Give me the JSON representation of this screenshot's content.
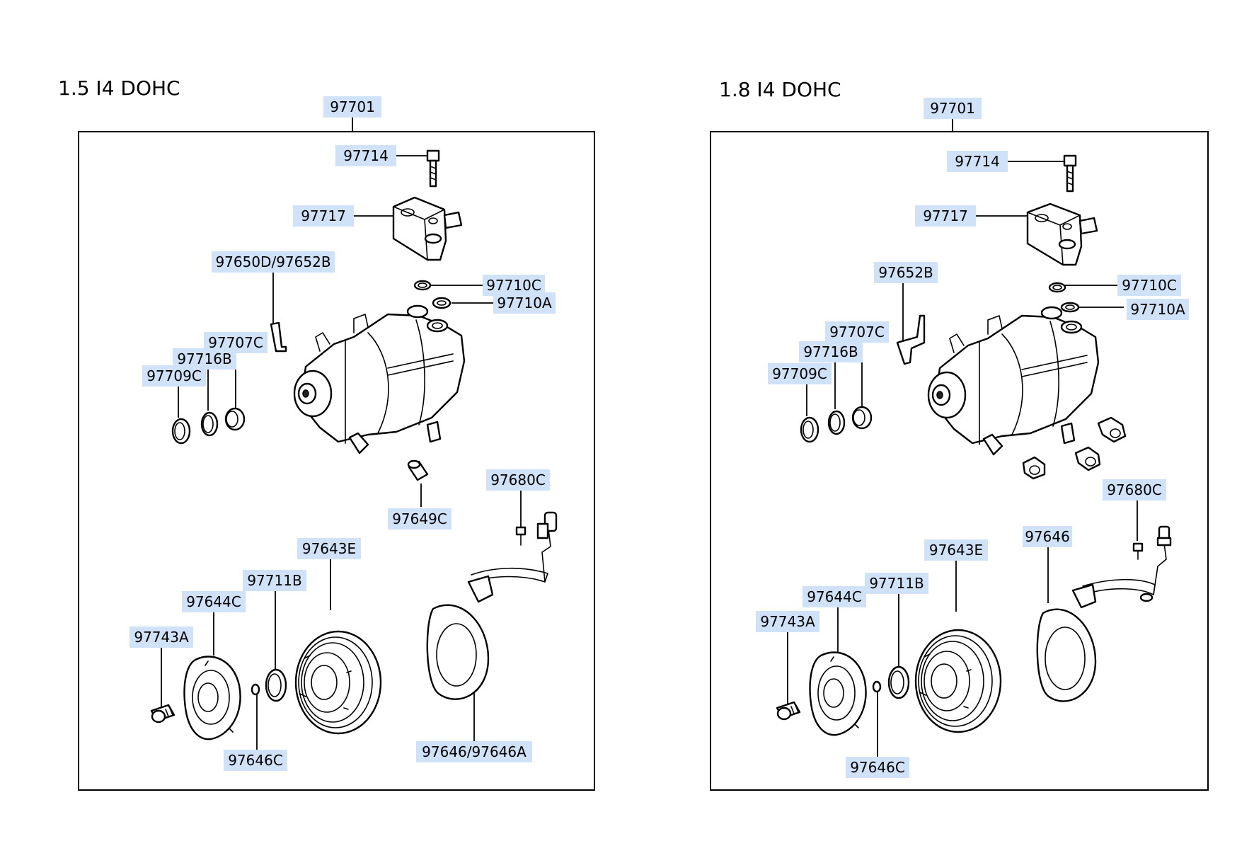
{
  "diagrams": [
    {
      "title": "1.5  I4  DOHC",
      "assembly_label": "97701",
      "labels": [
        "97714",
        "97717",
        "97650D/97652B",
        "97710C",
        "97710A",
        "97707C",
        "97716B",
        "97709C",
        "97649C",
        "97680C",
        "97643E",
        "97711B",
        "97644C",
        "97743A",
        "97646C",
        "97646/97646A"
      ]
    },
    {
      "title": "1.8  I4  DOHC",
      "assembly_label": "97701",
      "labels": [
        "97714",
        "97717",
        "97652B",
        "97710C",
        "97710A",
        "97707C",
        "97716B",
        "97709C",
        "97680C",
        "97646",
        "97643E",
        "97711B",
        "97644C",
        "97743A",
        "97646C"
      ]
    }
  ],
  "colors": {
    "label_highlight": "#cfe2f7",
    "line": "#000000",
    "background": "#ffffff"
  }
}
